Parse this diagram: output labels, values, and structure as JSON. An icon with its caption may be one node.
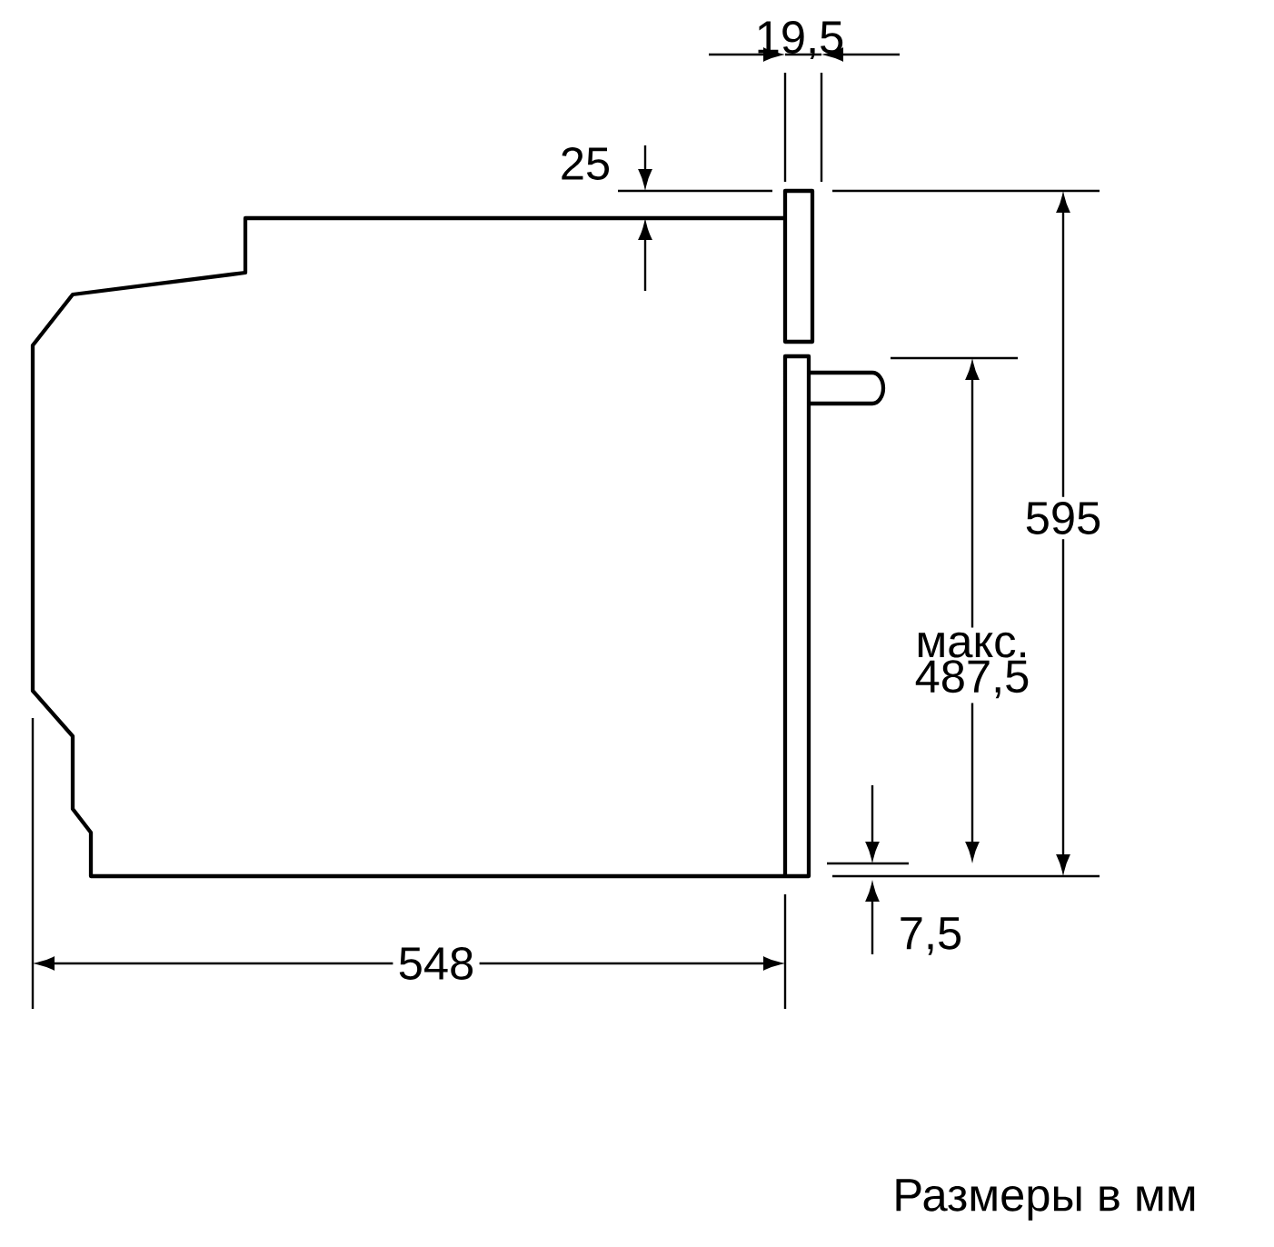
{
  "diagram": {
    "caption": "Размеры в мм",
    "labels": [
      "19,5",
      "25",
      "595",
      "макс. 487,5",
      "548",
      "7,5"
    ]
  }
}
